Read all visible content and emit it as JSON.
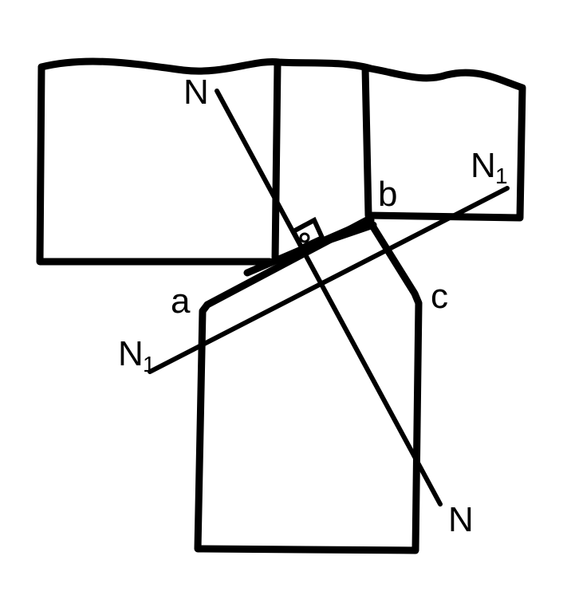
{
  "labels": {
    "n_top": "N",
    "n_bottom": "N",
    "n1_right": "N",
    "n1_right_sub": "1",
    "n1_left": "N",
    "n1_left_sub": "1",
    "point_a": "a",
    "point_b": "b",
    "point_c": "c"
  },
  "colors": {
    "ink": "#000000",
    "background": "#ffffff"
  }
}
